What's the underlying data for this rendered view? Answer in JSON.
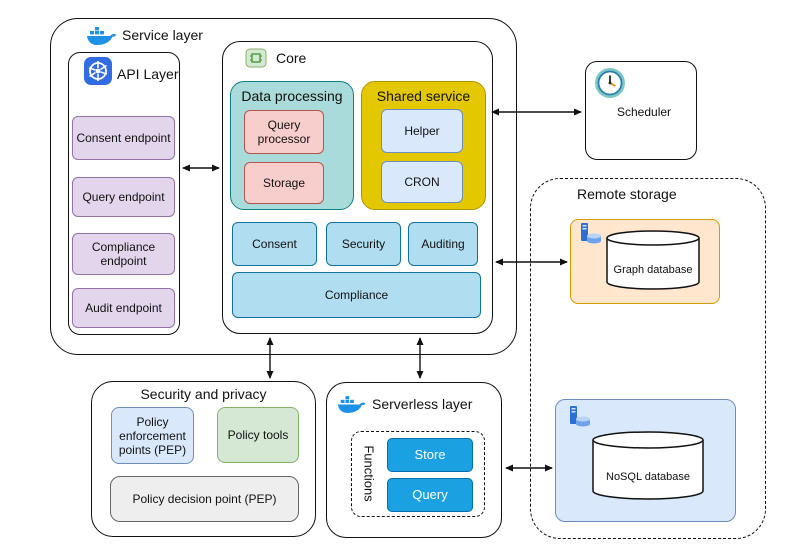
{
  "service_layer": {
    "title": "Service layer",
    "icon": "docker-whale-icon"
  },
  "api_layer": {
    "title": "API Layer",
    "icon": "kubernetes-icon",
    "endpoints": [
      "Consent endpoint",
      "Query endpoint",
      "Compliance endpoint",
      "Audit endpoint"
    ]
  },
  "core": {
    "title": "Core",
    "icon": "chip-icon",
    "data_processing": {
      "title": "Data processing",
      "items": [
        "Query processor",
        "Storage"
      ]
    },
    "shared_service": {
      "title": "Shared service",
      "items": [
        "Helper",
        "CRON"
      ]
    },
    "modules": [
      "Consent",
      "Security",
      "Auditing"
    ],
    "compliance": "Compliance"
  },
  "scheduler": {
    "label": "Scheduler",
    "icon": "clock-icon"
  },
  "remote_storage": {
    "title": "Remote storage",
    "graph_db": {
      "label": "Graph database",
      "icon": "database-server-icon"
    },
    "nosql_db": {
      "label": "NoSQL database",
      "icon": "database-server-icon"
    }
  },
  "security_privacy": {
    "title": "Security and privacy",
    "pep": "Policy enforcement points (PEP)",
    "tools": "Policy tools",
    "pdp": "Policy decision point (PEP)"
  },
  "serverless": {
    "title": "Serverless layer",
    "icon": "docker-whale-icon",
    "functions_label": "Functions",
    "items": [
      "Store",
      "Query"
    ]
  },
  "colors": {
    "api_fill": "#e3d5ec",
    "api_border": "#9573a6",
    "dp_fill": "#a8dbd9",
    "dp_border": "#0e8088",
    "dp_item_fill": "#f8cecc",
    "dp_item_border": "#b85450",
    "shared_fill": "#e3c800",
    "shared_border": "#b09500",
    "shared_item_fill": "#dae8fc",
    "shared_item_border": "#6c8ebf",
    "module_fill": "#b1ddf0",
    "module_border": "#10739e",
    "graph_fill": "#ffe6cc",
    "graph_border": "#d79b00",
    "nosql_fill": "#dae8fc",
    "nosql_border": "#6c8ebf",
    "pep_fill": "#dae8fc",
    "pep_border": "#6c8ebf",
    "tools_fill": "#d5e8d4",
    "tools_border": "#82b366",
    "pdp_fill": "#eeeeee",
    "pdp_border": "#666666",
    "fn_fill": "#1ba1e2",
    "fn_border": "#006eaf",
    "docker_blue": "#1d91e6"
  }
}
